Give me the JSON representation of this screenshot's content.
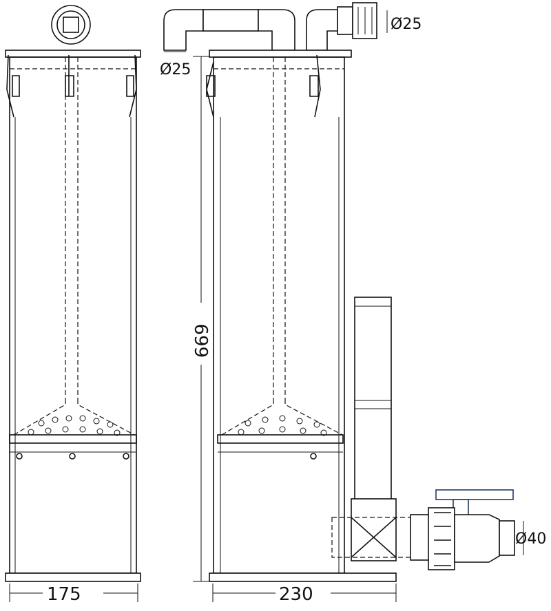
{
  "dimensions": {
    "left_width": "175",
    "right_width": "230",
    "height": "669",
    "inlet_diameter_top": "Ø25",
    "inlet_diameter_left": "Ø25",
    "outlet_diameter": "Ø40"
  },
  "colors": {
    "line": "#111111",
    "valve_handle": "#1f3a66"
  }
}
